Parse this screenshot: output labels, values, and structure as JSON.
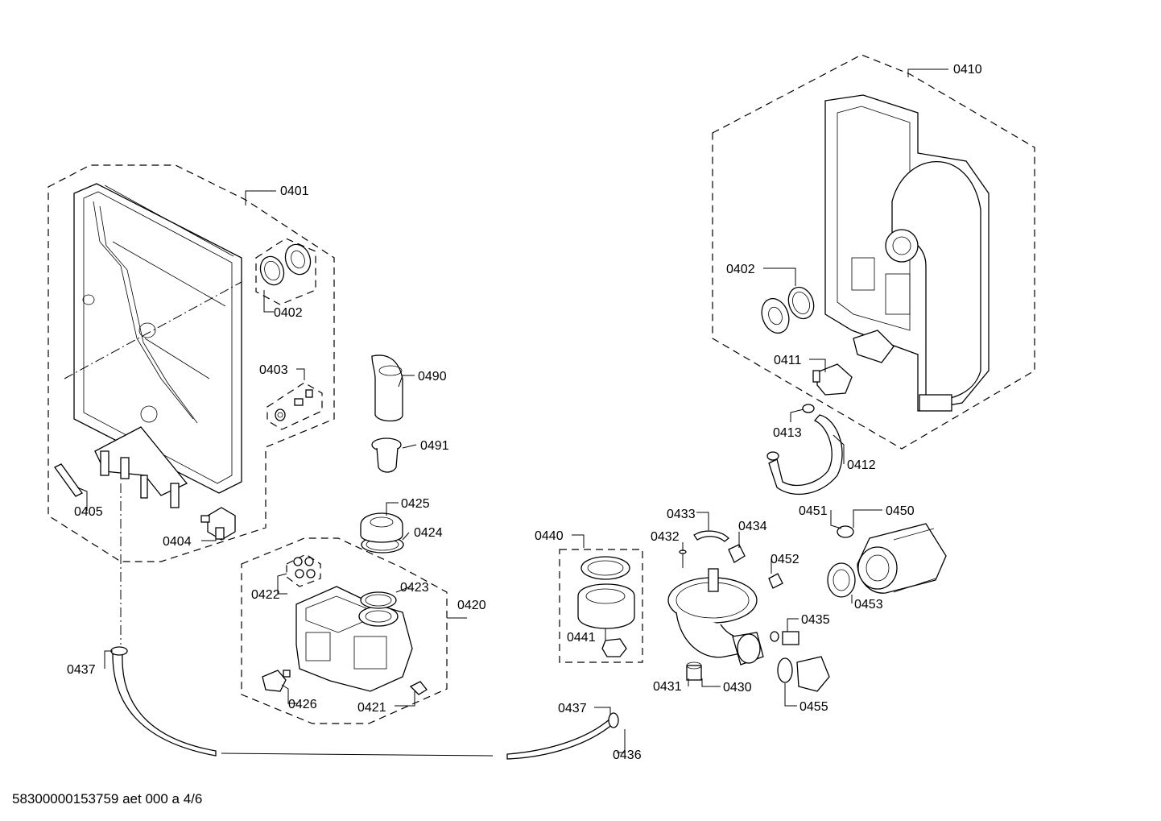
{
  "labels": {
    "l0401": "0401",
    "l0402a": "0402",
    "l0403": "0403",
    "l0404": "0404",
    "l0405": "0405",
    "l0410": "0410",
    "l0402b": "0402",
    "l0411": "0411",
    "l0412": "0412",
    "l0413": "0413",
    "l0490": "0490",
    "l0491": "0491",
    "l0425": "0425",
    "l0424": "0424",
    "l0420": "0420",
    "l0422": "0422",
    "l0423": "0423",
    "l0426": "0426",
    "l0421": "0421",
    "l0437a": "0437",
    "l0437b": "0437",
    "l0436": "0436",
    "l0440": "0440",
    "l0441": "0441",
    "l0433": "0433",
    "l0432": "0432",
    "l0434": "0434",
    "l0431": "0431",
    "l0430": "0430",
    "l0451": "0451",
    "l0450": "0450",
    "l0452": "0452",
    "l0453": "0453",
    "l0435": "0435",
    "l0455": "0455"
  },
  "footer": "58300000153759 aet 000 a 4/6"
}
